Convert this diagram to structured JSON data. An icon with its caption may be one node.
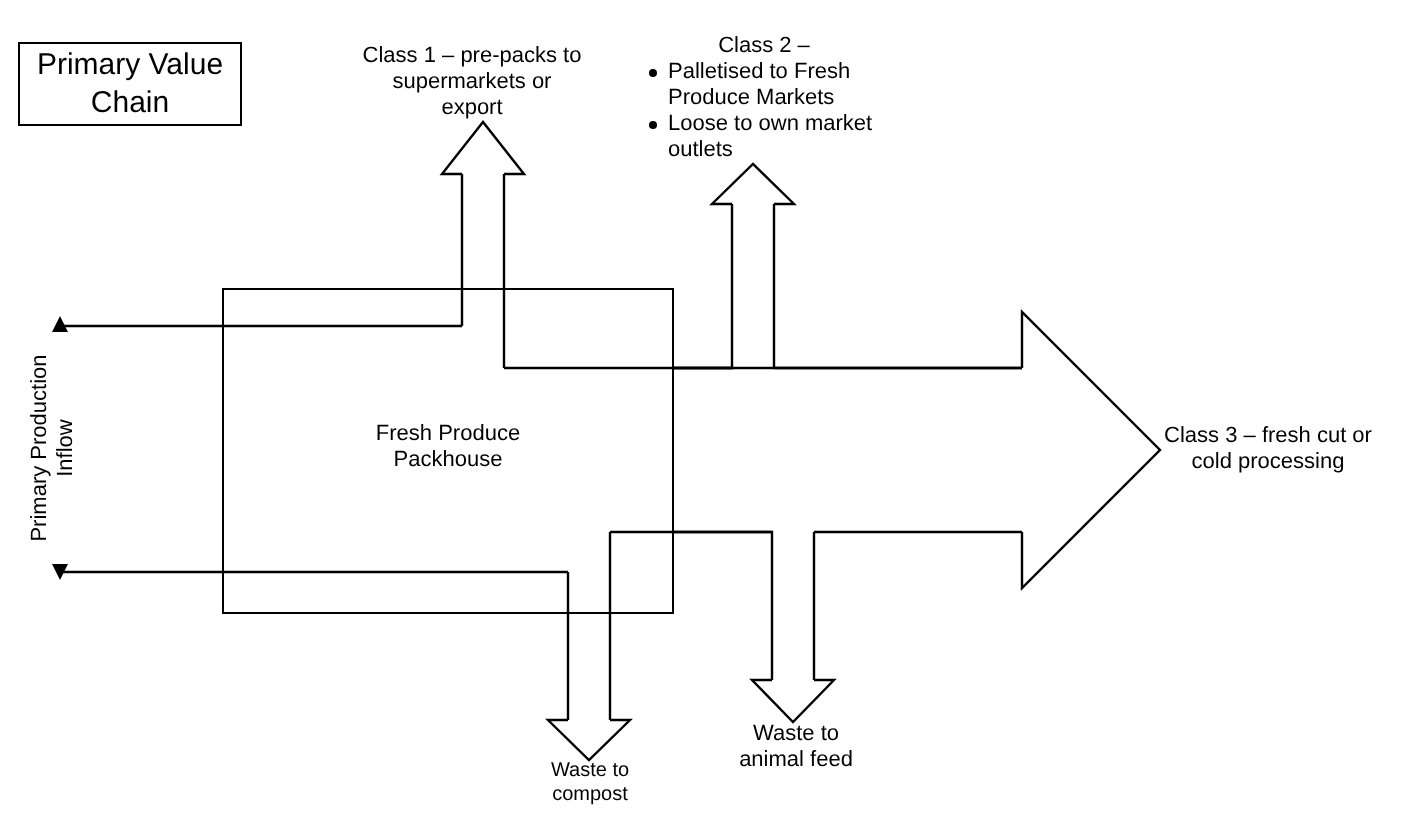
{
  "diagram": {
    "nodes": [
      {
        "text": [
          "Primary Value Chain"
        ]
      },
      {
        "text": [
          "Fresh Produce Packhouse"
        ]
      },
      {
        "text": [
          "Class 1 – pre-packs to supermarkets or export"
        ]
      },
      {
        "text": [
          "Class 2 –",
          "Palletised to Fresh Produce Markets",
          "Loose to own market outlets"
        ]
      },
      {
        "text": [
          "Class 3 – fresh cut or cold processing"
        ]
      },
      {
        "text": [
          "Waste to compost"
        ]
      },
      {
        "text": [
          "Waste to animal feed"
        ]
      }
    ],
    "edges": [
      {
        "from": 1,
        "to": 2,
        "arrow": "to"
      },
      {
        "from": 1,
        "to": 3,
        "arrow": "to"
      },
      {
        "from": 1,
        "to": 4,
        "arrow": "to"
      },
      {
        "from": 1,
        "to": 5,
        "arrow": "to"
      },
      {
        "from": 1,
        "to": 6,
        "arrow": "to"
      }
    ],
    "labels": [
      "Primary Production Inflow"
    ]
  }
}
